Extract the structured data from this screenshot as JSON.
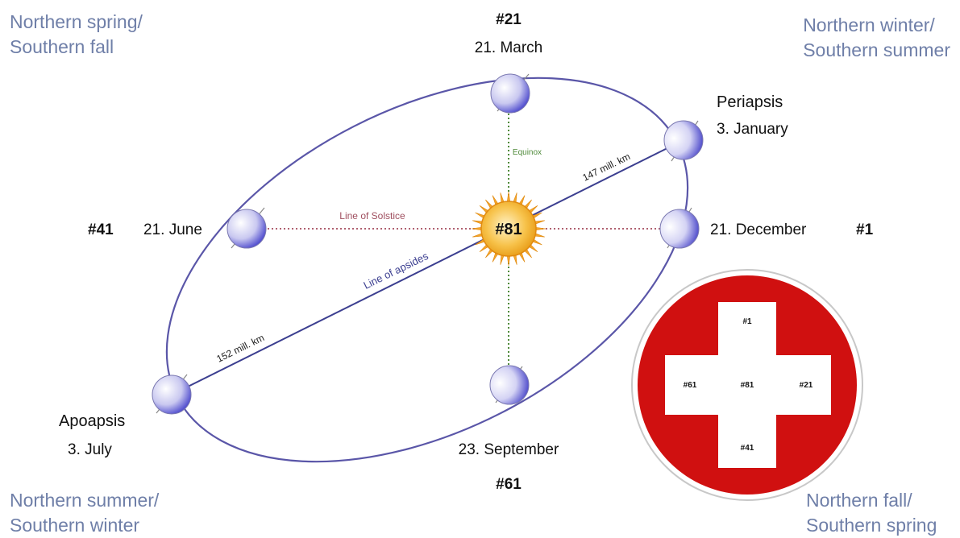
{
  "corners": {
    "top_left": {
      "line1": "Northern spring/",
      "line2": "Southern fall"
    },
    "top_right": {
      "line1": "Northern winter/",
      "line2": "Southern summer"
    },
    "bottom_left": {
      "line1": "Northern summer/",
      "line2": "Southern winter"
    },
    "bottom_right": {
      "line1": "Northern fall/",
      "line2": "Southern spring"
    }
  },
  "positions": {
    "march": {
      "number": "#21",
      "date": "21. March"
    },
    "june": {
      "number": "#41",
      "date": "21. June"
    },
    "december": {
      "number": "#1",
      "date": "21. December"
    },
    "september": {
      "number": "#61",
      "date": "23. September"
    },
    "periapsis": {
      "name": "Periapsis",
      "date": "3. January"
    },
    "apoapsis": {
      "name": "Apoapsis",
      "date": "3. July"
    }
  },
  "sun": {
    "label": "#81"
  },
  "lines": {
    "solstice": "Line of Solstice",
    "equinox": "Equinox",
    "apsides": "Line of apsides",
    "peri_distance": "147 mill. km",
    "apo_distance": "152 mill. km"
  },
  "badge": {
    "top": "#1",
    "left": "#61",
    "center": "#81",
    "right": "#21",
    "bottom": "#41"
  },
  "colors": {
    "corner_text": "#6f7fa8",
    "orbit": "#5a56a8",
    "solstice_line": "#b06070",
    "equinox_line": "#4f8a3a",
    "apsides_line": "#3c3f90",
    "badge_red": "#d01010",
    "sun": "#f5b52a"
  }
}
